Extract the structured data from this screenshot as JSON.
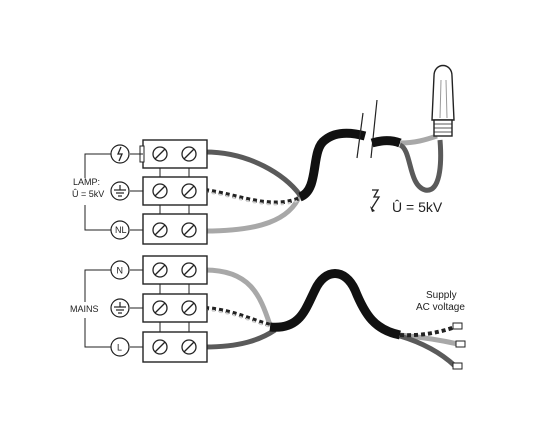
{
  "lamp_group": {
    "label_line1": "LAMP:",
    "label_line2": "Û = 5kV"
  },
  "mains_group": {
    "label": "MAINS"
  },
  "terminal_symbols": {
    "lightning": "ϟ",
    "earth": "⏚",
    "nl": "NL",
    "n": "N",
    "earth2": "⏚",
    "l": "L"
  },
  "voltage_annotation": "Û = 5kV",
  "supply": {
    "line1": "Supply",
    "line2": "AC voltage"
  },
  "colors": {
    "black_cable": "#111111",
    "dark_grey_wire": "#5a5a5a",
    "light_grey_wire": "#a8a8a8",
    "terminal_fill": "#ffffff",
    "stroke": "#222222"
  },
  "terminal_count": 6,
  "icons": [
    "lightning-icon",
    "earth-icon",
    "nl-icon",
    "neutral-icon",
    "live-icon",
    "lamp-bulb-icon",
    "hv-lightning-icon"
  ]
}
